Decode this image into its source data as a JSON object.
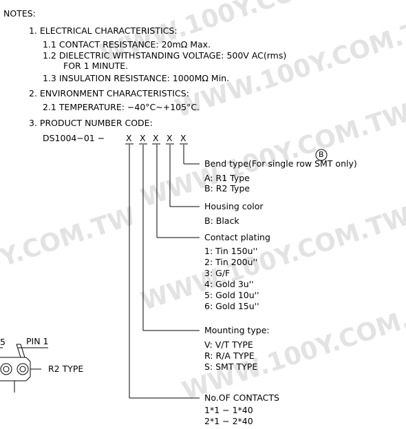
{
  "watermark": "WWW.100Y.COM.TW",
  "notes": {
    "heading": "NOTES:",
    "s1": "1. ELECTRICAL CHARACTERISTICS:",
    "s1_1": "1.1 CONTACT RESISTANCE: 20mΩ Max.",
    "s1_2": "1.2 DIELECTRIC WITHSTANDING VOLTAGE: 500V AC(rms)",
    "s1_2b": "FOR 1 MINUTE.",
    "s1_3": "1.3 INSULATION RESISTANCE: 1000MΩ Min.",
    "s2": "2. ENVIRONMENT CHARACTERISTICS:",
    "s2_1": "2.1 TEMPERATURE: −40°C~+105°C.",
    "s3": "3. PRODUCT NUMBER CODE:"
  },
  "code": {
    "prefix": "DS1004−01 −",
    "placeholders": [
      "X",
      "X",
      "X",
      "X",
      "X"
    ]
  },
  "revision_mark": "B",
  "bend": {
    "title": "Bend type(For single row SMT only)",
    "options": [
      "A: R1 Type",
      "B: R2 Type"
    ]
  },
  "housing": {
    "title": "Housing color",
    "options": [
      "B: Black"
    ]
  },
  "plating": {
    "title": "Contact plating",
    "options": [
      "1: Tin 150u''",
      "2: Tin 200u''",
      "3: G/F",
      "4: Gold 3u''",
      "5: Gold 10u''",
      "6: Gold 15u''"
    ]
  },
  "mounting": {
    "title": "Mounting type:",
    "options": [
      "V: V/T TYPE",
      "R: R/A TYPE",
      "S: SMT TYPE"
    ]
  },
  "contacts": {
    "title": "No.OF CONTACTS",
    "options": [
      "1*1  −  1*40",
      "2*1  −  2*40"
    ]
  },
  "drawing": {
    "pin_label": "PIN 1",
    "type_label": "R2 TYPE",
    "cut_label": "5"
  }
}
